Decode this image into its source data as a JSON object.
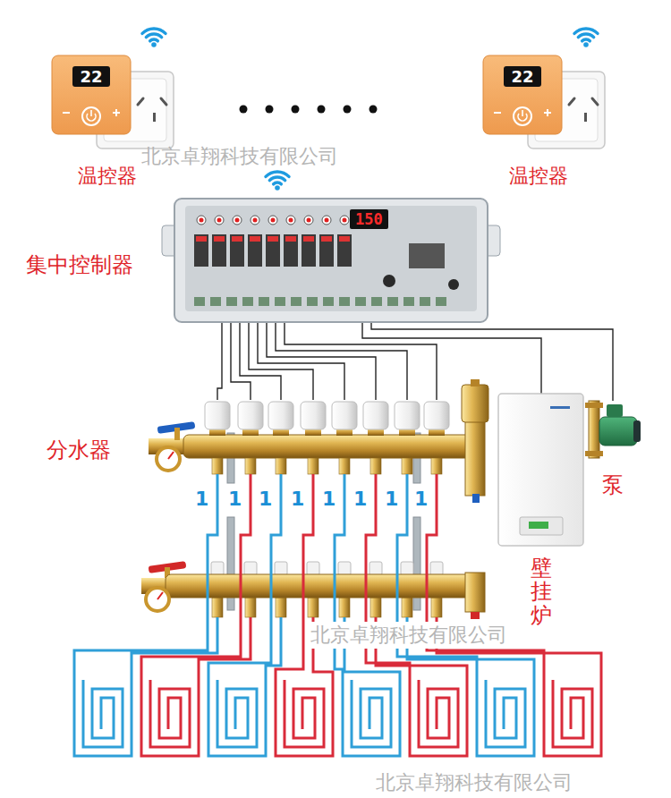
{
  "diagram": {
    "nodes": [
      {
        "text": [
          "22",
          "温控器"
        ]
      },
      {
        "text": [
          "22",
          "温控器"
        ]
      },
      {
        "text": [
          "150",
          "集中控制器"
        ]
      },
      {
        "text": [
          "分水器"
        ]
      },
      {
        "text": [
          "壁挂炉"
        ]
      },
      {
        "text": [
          "泵"
        ]
      }
    ],
    "edges": [
      {
        "from": 2,
        "to": 3,
        "arrow": "none"
      },
      {
        "from": 2,
        "to": 4,
        "arrow": "none"
      },
      {
        "from": 2,
        "to": 5,
        "arrow": "none"
      }
    ],
    "labels": [
      "北京卓翔科技有限公司",
      "1",
      "1",
      "1",
      "1",
      "1",
      "1",
      "1",
      "1",
      "北京卓翔科技有限公司",
      "北京卓翔科技有限公司"
    ]
  }
}
